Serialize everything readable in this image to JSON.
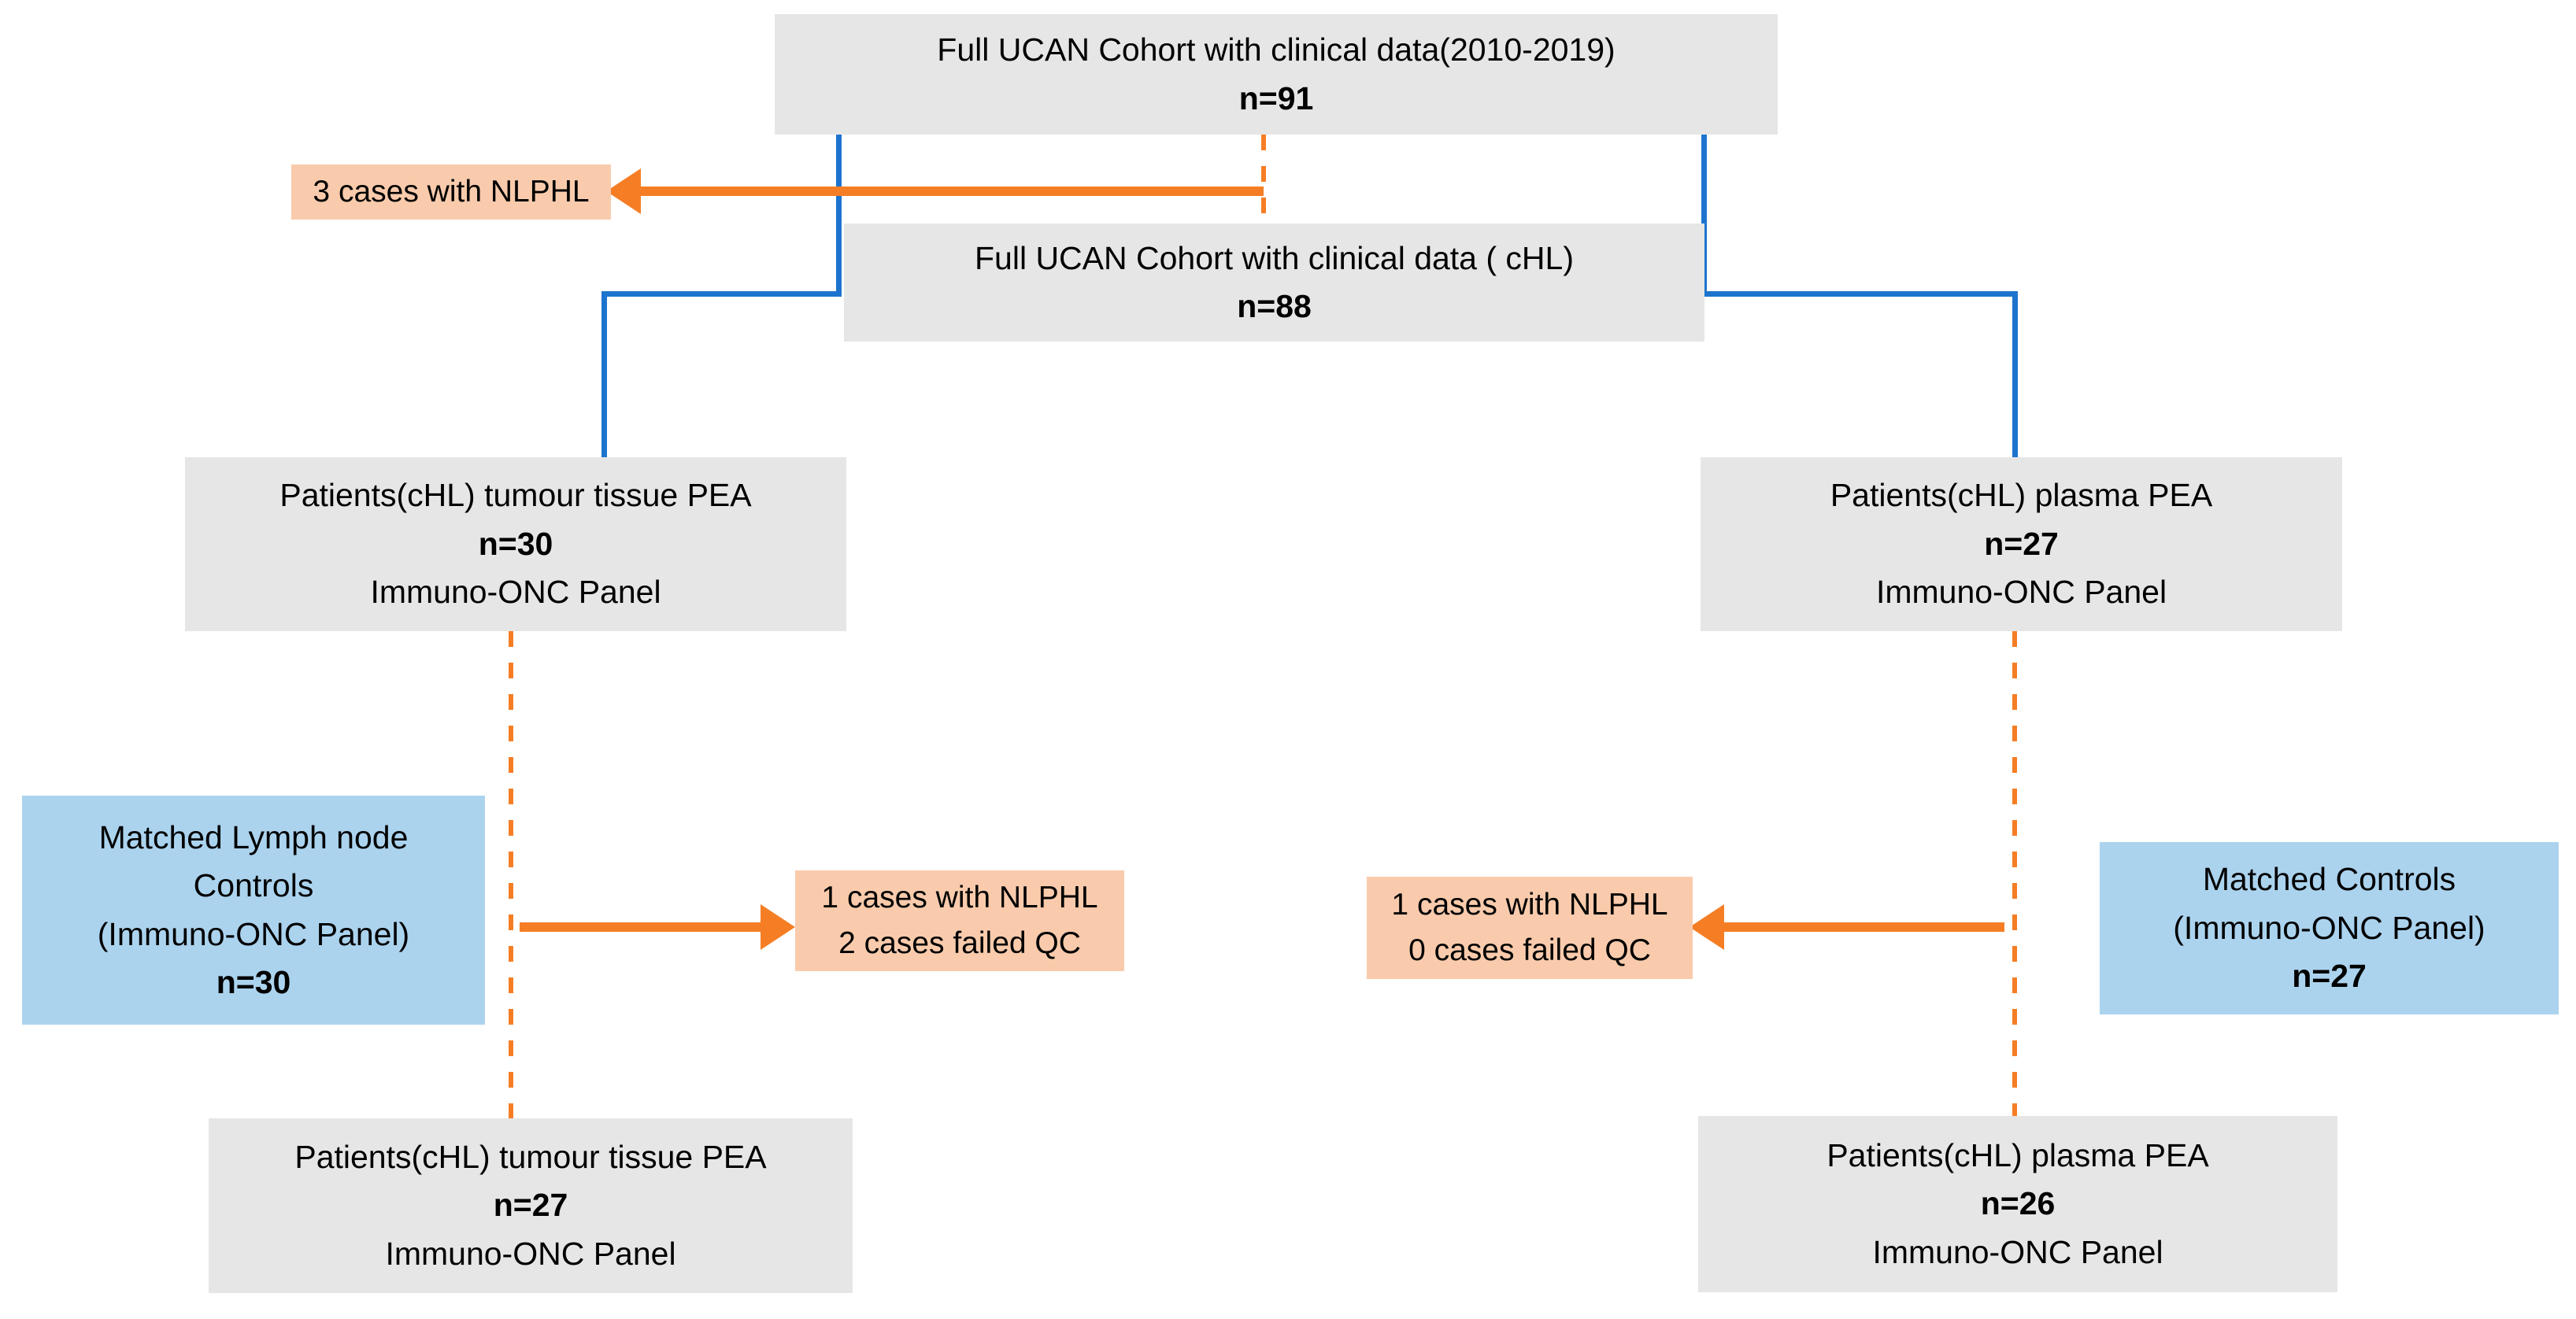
{
  "colors": {
    "background": "#FFFFFF",
    "box_gray": "#E6E6E6",
    "box_blue": "#ABD3EE",
    "box_peach": "#F9CBAC",
    "line_blue": "#1D74CE",
    "arrow_orange": "#F57E25",
    "text": "#000000"
  },
  "nodes": {
    "full_cohort": {
      "line1": "Full UCAN Cohort with clinical data(2010-2019)",
      "n": "n=91"
    },
    "excluded_nlphl": {
      "line1": "3 cases with NLPHL"
    },
    "full_cohort_chl": {
      "line1": "Full UCAN Cohort with clinical data ( cHL)",
      "n": "n=88"
    },
    "tumour_pea": {
      "line1": "Patients(cHL) tumour tissue PEA",
      "n": "n=30",
      "line3": "Immuno-ONC Panel"
    },
    "plasma_pea": {
      "line1": "Patients(cHL) plasma PEA",
      "n": "n=27",
      "line3": "Immuno-ONC Panel"
    },
    "matched_lymph_controls": {
      "line1": "Matched Lymph node",
      "line2": "Controls",
      "line3": "(Immuno-ONC Panel)",
      "n": "n=30"
    },
    "qc_excluded_left": {
      "line1": "1 cases with NLPHL",
      "line2": "2 cases failed QC"
    },
    "qc_excluded_right": {
      "line1": "1 cases with NLPHL",
      "line2": "0 cases failed QC"
    },
    "matched_controls": {
      "line1": "Matched Controls",
      "line2": "(Immuno-ONC Panel)",
      "n": "n=27"
    },
    "tumour_pea_final": {
      "line1": "Patients(cHL) tumour tissue PEA",
      "n": "n=27",
      "line3": "Immuno-ONC Panel"
    },
    "plasma_pea_final": {
      "line1": "Patients(cHL) plasma PEA",
      "n": "n=26",
      "line3": "Immuno-ONC Panel"
    }
  },
  "edges": [
    {
      "from": "full_cohort",
      "to": "excluded_nlphl",
      "style": "orange-arrow-left"
    },
    {
      "from": "full_cohort",
      "to": "full_cohort_chl",
      "style": "orange-dashed"
    },
    {
      "from": "full_cohort",
      "to": "tumour_pea",
      "style": "blue-solid-elbow"
    },
    {
      "from": "full_cohort",
      "to": "plasma_pea",
      "style": "blue-solid-elbow"
    },
    {
      "from": "tumour_pea",
      "to": "tumour_pea_final",
      "style": "orange-dashed"
    },
    {
      "from": "tumour_pea",
      "to": "qc_excluded_left",
      "style": "orange-arrow-right"
    },
    {
      "from": "plasma_pea",
      "to": "plasma_pea_final",
      "style": "orange-dashed"
    },
    {
      "from": "plasma_pea",
      "to": "qc_excluded_right",
      "style": "orange-arrow-left"
    }
  ]
}
